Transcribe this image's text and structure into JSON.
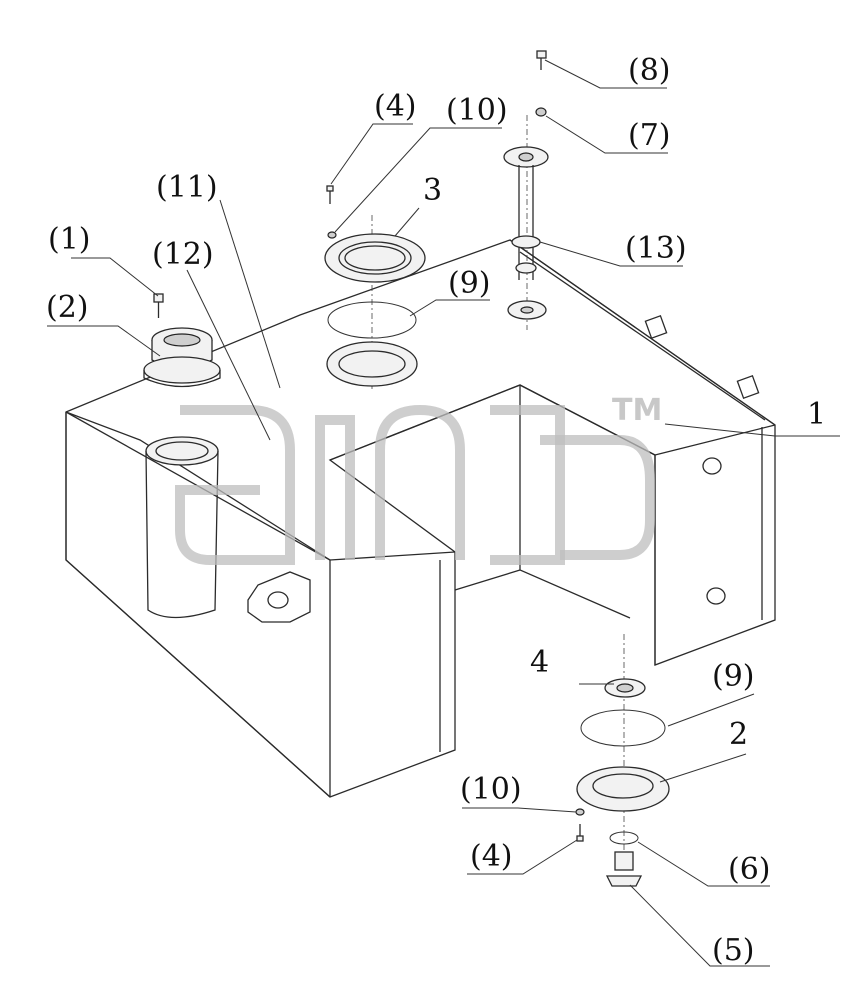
{
  "labels": {
    "l1": "1",
    "l2_top": "(2)",
    "l2_bottom": "2",
    "l3": "3",
    "l4_bottom": "4",
    "p1": "(1)",
    "p4_top": "(4)",
    "p4_bottom": "(4)",
    "p5": "(5)",
    "p6": "(6)",
    "p7": "(7)",
    "p8": "(8)",
    "p9_top": "(9)",
    "p9_bottom": "(9)",
    "p10_top": "(10)",
    "p10_bottom": "(10)",
    "p11": "(11)",
    "p12": "(12)",
    "p13": "(13)"
  },
  "watermark": {
    "tm": "TM"
  }
}
